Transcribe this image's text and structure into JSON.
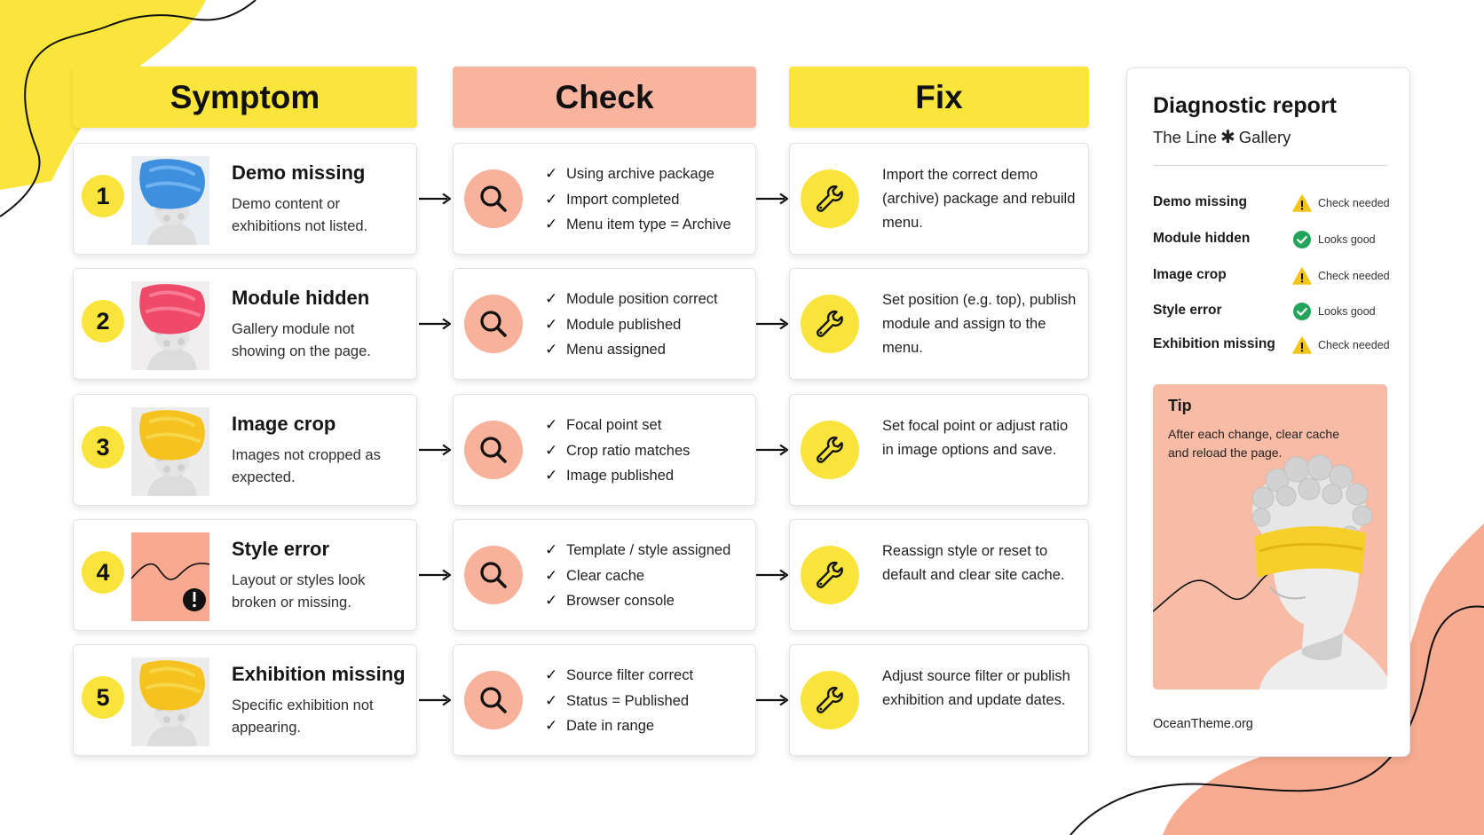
{
  "headers": {
    "symptom": "Symptom",
    "check": "Check",
    "fix": "Fix"
  },
  "colors": {
    "yellow": "#f9e53c",
    "salmon": "#f8b49e",
    "number_badge": "#f9e43b",
    "fix_icon_bg": "#f9e43b",
    "check_icon_bg": "#f8b19a",
    "warning": "#f5c518",
    "ok": "#22a55b",
    "tip_bg": "#f8bca6"
  },
  "rows": [
    {
      "number": "1",
      "thumb": "blue-wrapped-statue",
      "title": "Demo missing",
      "description": "Demo content or exhibitions not listed.",
      "checks": [
        "Using archive package",
        "Import completed",
        "Menu item type = Archive"
      ],
      "fix": "Import the correct demo (archive) package and rebuild menu."
    },
    {
      "number": "2",
      "thumb": "pink-wrapped-statue",
      "title": "Module hidden",
      "description": "Gallery module not showing on the page.",
      "checks": [
        "Module position correct",
        "Module published",
        "Menu assigned"
      ],
      "fix": "Set position (e.g. top), publish module and assign to the menu."
    },
    {
      "number": "3",
      "thumb": "yellow-wrapped-statue",
      "title": "Image crop",
      "description": "Images not cropped as expected.",
      "checks": [
        "Focal point set",
        "Crop ratio matches",
        "Image published"
      ],
      "fix": "Set focal point or adjust ratio in image options and save."
    },
    {
      "number": "4",
      "thumb": "style-error-graphic",
      "title": "Style error",
      "description": "Layout or styles look broken or missing.",
      "checks": [
        "Template / style assigned",
        "Clear cache",
        "Browser console"
      ],
      "fix": "Reassign style or reset to default and clear site cache."
    },
    {
      "number": "5",
      "thumb": "yellow-wrapped-statue",
      "title": "Exhibition missing",
      "description": "Specific exhibition not appearing.",
      "checks": [
        "Source filter correct",
        "Status = Published",
        "Date in range"
      ],
      "fix": "Adjust source filter or publish exhibition and update dates."
    }
  ],
  "icons": {
    "check": "magnifier-icon",
    "fix": "wrench-icon",
    "arrow": "arrow-right-icon",
    "tick": "✓",
    "asterisk": "✱"
  },
  "report": {
    "title": "Diagnostic report",
    "subtitle_left": "The Line",
    "subtitle_right": "Gallery",
    "statuses": [
      {
        "name": "Demo missing",
        "state": "warning",
        "text": "Check needed"
      },
      {
        "name": "Module hidden",
        "state": "ok",
        "text": "Looks good"
      },
      {
        "name": "Image crop",
        "state": "warning",
        "text": "Check needed"
      },
      {
        "name": "Style error",
        "state": "ok",
        "text": "Looks good"
      },
      {
        "name": "Exhibition missing",
        "state": "warning",
        "text": "Check needed"
      }
    ],
    "tip": {
      "title": "Tip",
      "text": "After each change, clear cache and reload the page."
    },
    "footer": "OceanTheme.org"
  }
}
